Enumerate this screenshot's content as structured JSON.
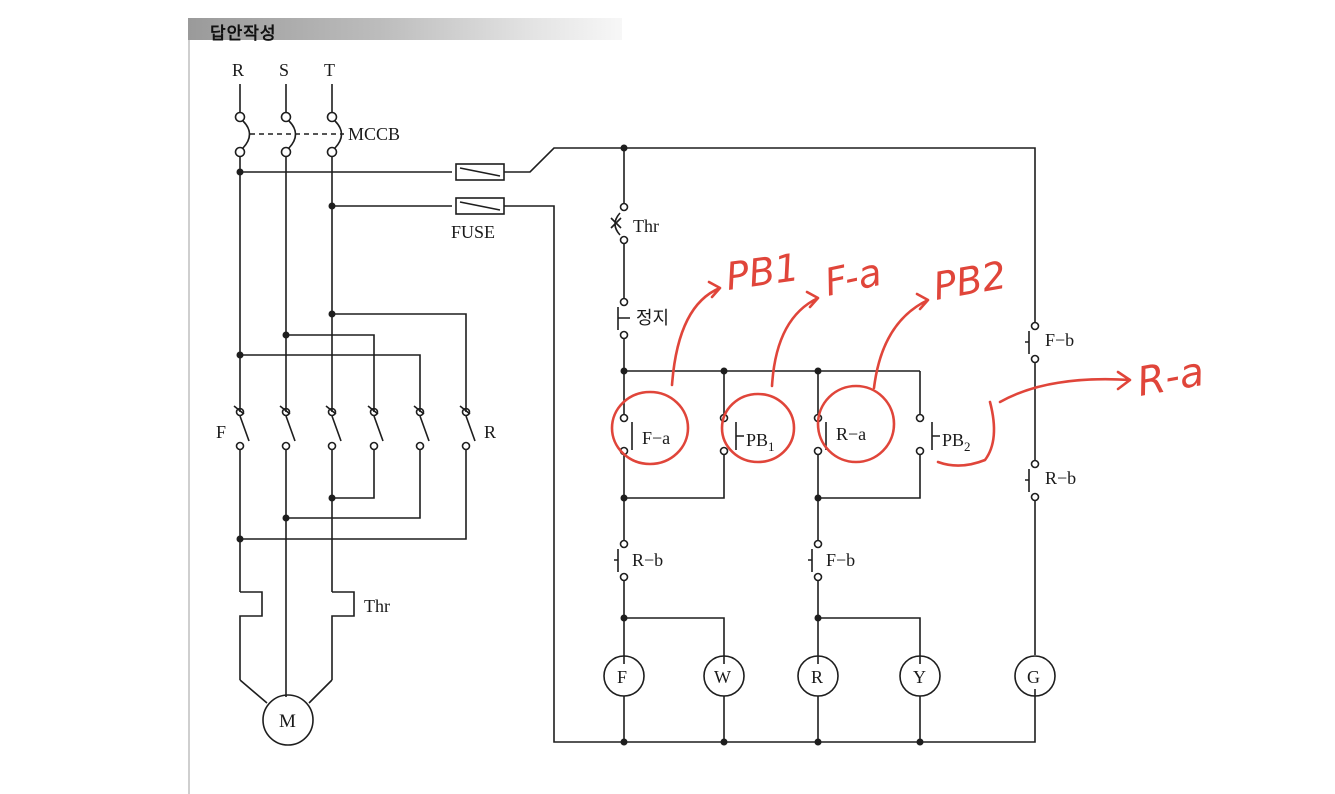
{
  "header": {
    "title": "답안작성"
  },
  "power": {
    "phases": [
      "R",
      "S",
      "T"
    ],
    "breaker": "MCCB",
    "fuse": "FUSE",
    "forward_contactor": "F",
    "reverse_contactor": "R",
    "thermal_relay": "Thr",
    "motor": "M"
  },
  "control": {
    "thermal_contact": "Thr",
    "stop_button": "정지",
    "forward_aux": "F−a",
    "pb1_base": "PB",
    "pb1_sub": "1",
    "reverse_aux": "R−a",
    "pb2_base": "PB",
    "pb2_sub": "2",
    "interlock_forward": "R−b",
    "interlock_reverse": "F−b",
    "lamp_g_contact_1": "F−b",
    "lamp_g_contact_2": "R−b",
    "loads": [
      "F",
      "W",
      "R",
      "Y",
      "G"
    ]
  },
  "annotations": {
    "note_pb1": "PB1",
    "note_fa": "F-a",
    "note_pb2": "PB2",
    "note_ra": "R-a",
    "color": "#e0453a"
  }
}
